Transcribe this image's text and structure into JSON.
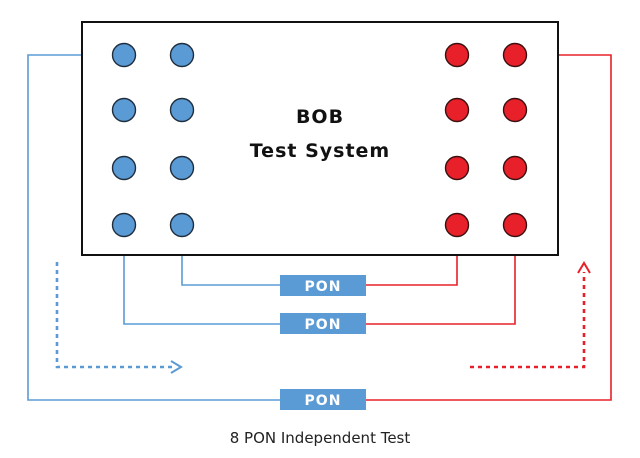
{
  "system": {
    "title_line1": "BOB",
    "title_line2": "Test System"
  },
  "pon_label": "PON",
  "caption": "8 PON Independent Test",
  "colors": {
    "blue_port": "#5b9bd5",
    "red_port": "#e8202a",
    "blue_line": "#5b9bd5",
    "red_line": "#e8202a",
    "pon_fill": "#5b9bd5",
    "box_stroke": "#111111"
  },
  "ports": {
    "blue_count": 8,
    "red_count": 8
  }
}
